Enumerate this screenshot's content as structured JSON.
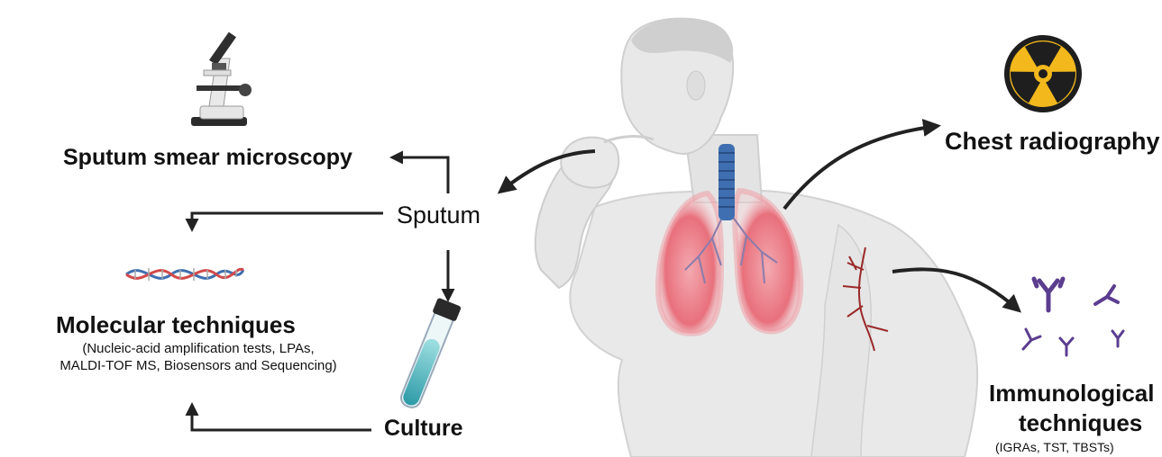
{
  "labels": {
    "sputum_smear": "Sputum smear microscopy",
    "sputum": "Sputum",
    "chest": "Chest radiography",
    "molecular_title": "Molecular techniques",
    "molecular_desc_1": "(Nucleic-acid amplification tests, LPAs,",
    "molecular_desc_2": "MALDI-TOF MS, Biosensors and Sequencing)",
    "culture": "Culture",
    "immuno_title_1": "Immunological",
    "immuno_title_2": "techniques",
    "immuno_desc": "(IGRAs, TST, TBSTs)"
  },
  "icons": {
    "microscope": "microscope-icon",
    "radiation": "radiation-icon",
    "dna": "dna-icon",
    "test_tube": "test-tube-icon",
    "antibodies": "antibody-icon"
  },
  "colors": {
    "radiation_yellow": "#f2b81c",
    "lung_red": "#e05a66",
    "trachea_blue": "#3f6fb0",
    "antibody_purple": "#5b3d8f",
    "tube_liquid": "#3fb0b8",
    "vessel_red": "#9b2a2a",
    "arrow": "#222222"
  }
}
